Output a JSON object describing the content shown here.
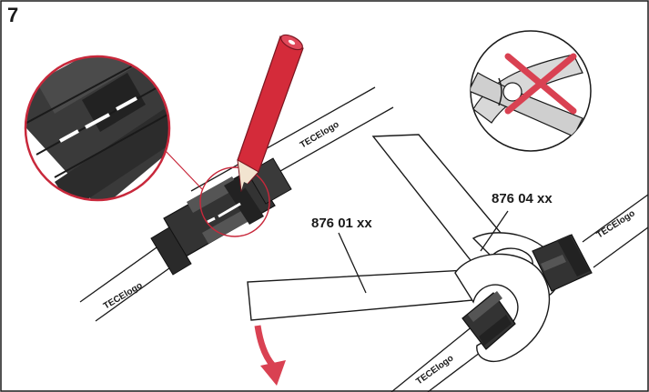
{
  "figure": {
    "step_number": "7",
    "tools": {
      "wrench_small": "876 04 xx",
      "wrench_large": "876 01 xx"
    },
    "pipe_brand": "TECElogo",
    "colors": {
      "pencil": "#d42b3a",
      "magnifier_ring": "#c8283b",
      "prohibited_x": "#d94152",
      "fitting": "#2f2f2f",
      "outline": "#1a1a1a"
    },
    "icons": [
      "pencil-icon",
      "magnifier-inset",
      "pliers-prohibited-icon",
      "rotate-arrow-icon"
    ]
  }
}
